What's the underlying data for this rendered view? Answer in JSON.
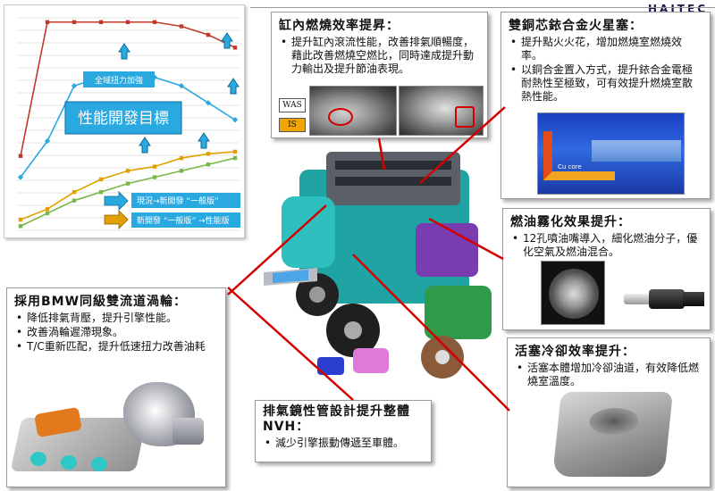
{
  "brand": {
    "logo_text": "HAITEC"
  },
  "chart": {
    "tag_full_range": "全域扭力加強",
    "main_title": "性能開發目標",
    "legend_1": "現況→新開發 “一般版”",
    "legend_2": "新開發 “一般版” →性能版"
  },
  "combustion": {
    "title": "缸內燃燒效率提昇：",
    "items": [
      "提升缸內滾流性能，改善排氣順暢度，藉此改善燃燒空燃比，同時達成提升動力輸出及提升節油表現。"
    ],
    "tag_was": "WAS",
    "tag_is": "IS"
  },
  "spark_plug": {
    "title": "雙銅芯銥合金火星塞：",
    "items": [
      "提升點火火花，增加燃燒室燃燒效率。",
      "以銅合金置入方式，提升銥合金電極耐熱性至極致，可有效提升燃燒室散熱性能。"
    ],
    "sim_label": "Cu core"
  },
  "injector": {
    "title": "燃油霧化效果提升：",
    "items": [
      "12孔噴油嘴導入，細化燃油分子，優化空氣及燃油混合。"
    ]
  },
  "turbo": {
    "title": "採用BMW同級雙流道渦輪：",
    "items": [
      "降低排氣背壓，提升引擎性能。",
      "改善渦輪遲滯現象。",
      "T/C重新匹配，提升低速扭力改善油耗"
    ]
  },
  "exhaust": {
    "title": "排氣鏡性管設計提升整體NVH：",
    "items": [
      "減少引擎振動傳遞至車體。"
    ]
  },
  "piston": {
    "title": "活塞冷卻效率提升：",
    "items": [
      "活塞本體增加冷卻油道，有效降低燃燒室溫度。"
    ]
  },
  "colors": {
    "accent_red": "#d40000",
    "chart_blue": "#2aa8e0",
    "chart_red": "#c0392b",
    "chart_gold": "#e0a000",
    "engine_teal": "#1fa3a3"
  },
  "chart_data": {
    "type": "line",
    "title": "",
    "series": [
      {
        "values": [
          0.35,
          0.98,
          0.98,
          0.98,
          0.98,
          0.98,
          0.96,
          0.92,
          0.86
        ]
      },
      {
        "values": [
          0.25,
          0.42,
          0.68,
          0.72,
          0.72,
          0.72,
          0.68,
          0.6,
          0.52
        ]
      },
      {
        "values": [
          0.05,
          0.1,
          0.18,
          0.24,
          0.28,
          0.3,
          0.34,
          0.36,
          0.37
        ]
      },
      {
        "values": [
          0.02,
          0.08,
          0.14,
          0.18,
          0.22,
          0.25,
          0.28,
          0.31,
          0.34
        ]
      }
    ]
  }
}
